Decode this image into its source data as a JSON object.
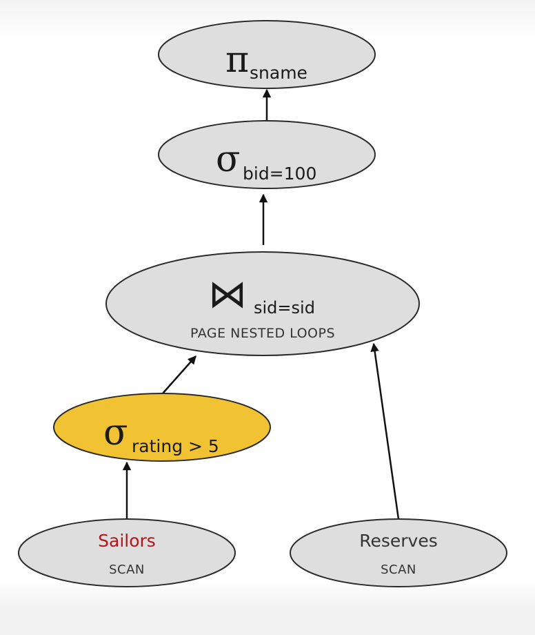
{
  "colors": {
    "node_fill": "#dedede",
    "highlight_fill": "#f1c232",
    "table_name_highlight": "#b3161a",
    "edge": "#111111"
  },
  "nodes": {
    "projection": {
      "symbol": "π",
      "subscript": "sname"
    },
    "selection_bid": {
      "symbol": "σ",
      "subscript": "bid=100"
    },
    "join": {
      "symbol": "⋈",
      "subscript": "sid=sid",
      "method": "PAGE NESTED LOOPS"
    },
    "selection_rating": {
      "symbol": "σ",
      "subscript": "rating > 5",
      "highlighted": true
    },
    "sailors": {
      "name": "Sailors",
      "access": "SCAN"
    },
    "reserves": {
      "name": "Reserves",
      "access": "SCAN"
    }
  },
  "edges": [
    {
      "from": "sailors",
      "to": "selection_rating"
    },
    {
      "from": "selection_rating",
      "to": "join"
    },
    {
      "from": "reserves",
      "to": "join"
    },
    {
      "from": "join",
      "to": "selection_bid"
    },
    {
      "from": "selection_bid",
      "to": "projection"
    }
  ]
}
